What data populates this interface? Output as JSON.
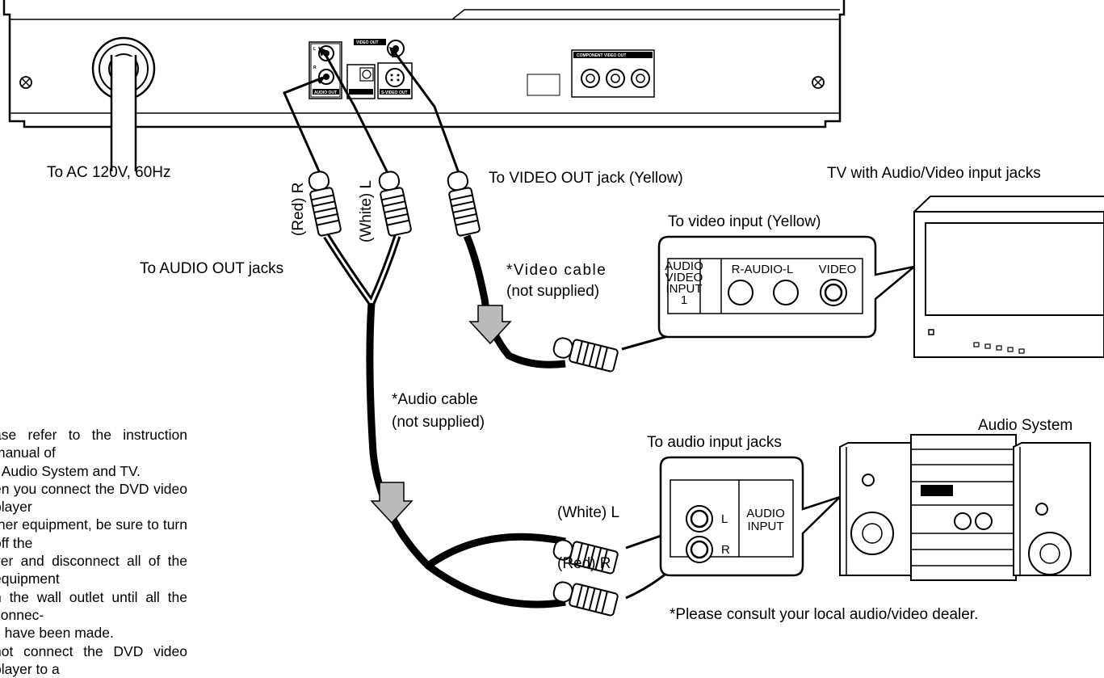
{
  "labels": {
    "ac_power": "To AC 120V, 60Hz",
    "red_r_top": "(Red) R",
    "white_l_top": "(White) L",
    "video_out_jack": "To VIDEO OUT jack (Yellow)",
    "tv_title": "TV with Audio/Video input jacks",
    "video_input": "To video input (Yellow)",
    "video_cable": "*Video  cable",
    "video_cable_note": "(not supplied)",
    "audio_out_jacks": "To AUDIO OUT jacks",
    "audio_cable": "*Audio cable",
    "audio_cable_note": "(not supplied)",
    "audio_system": "Audio System",
    "audio_input_jacks": "To audio input jacks",
    "white_l_bottom": "(White) L",
    "red_r_bottom": "(Red) R",
    "dealer_note": "*Please consult your local audio/video dealer."
  },
  "tv_panel": {
    "input_name": [
      "AUDIO",
      "VIDEO",
      "INPUT",
      "1"
    ],
    "audio_jacks": "R-AUDIO-L",
    "video_jack": "VIDEO"
  },
  "audio_panel": {
    "jack_l": "L",
    "jack_r": "R",
    "input_name": [
      "AUDIO",
      "INPUT"
    ]
  },
  "player_panel": {
    "component_video_out": "COMPONENT VIDEO OUT",
    "video_out": "VIDEO OUT",
    "audio_out": "AUDIO OUT",
    "s_video_out": "S-VIDEO OUT",
    "jack_l": "L",
    "jack_r": "R"
  },
  "notes": [
    "ase refer to the instruction manual of",
    "r Audio System and TV.",
    "en you connect the DVD video player",
    "ther equipment, be sure to turn off the",
    "yer and disconnect all of the equipment",
    "n the wall outlet until all the connec-",
    "s have been made.",
    "not connect the DVD video player to a"
  ]
}
